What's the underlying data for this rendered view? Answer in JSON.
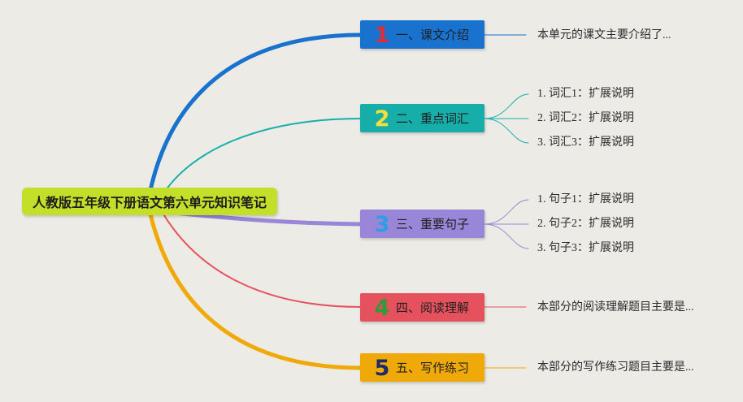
{
  "root": {
    "title": "人教版五年级下册语文第六单元知识笔记",
    "color": "#c4df2a"
  },
  "branches": [
    {
      "number": "1",
      "label": "一、课文介绍",
      "box_color": "#1a72cf",
      "num_color": "#e32b35",
      "line_color": "#1a72cf",
      "children": [
        "本单元的课文主要介绍了..."
      ]
    },
    {
      "number": "2",
      "label": "二、重点词汇",
      "box_color": "#17aeaa",
      "num_color": "#f4e038",
      "line_color": "#17aeaa",
      "children": [
        "1. 词汇1：扩展说明",
        "2. 词汇2：扩展说明",
        "3. 词汇3：扩展说明"
      ]
    },
    {
      "number": "3",
      "label": "三、重要句子",
      "box_color": "#9a86d8",
      "num_color": "#2e9ee4",
      "line_color": "#9a86d8",
      "children": [
        "1. 句子1：扩展说明",
        "2. 句子2：扩展说明",
        "3. 句子3：扩展说明"
      ]
    },
    {
      "number": "4",
      "label": "四、阅读理解",
      "box_color": "#e5525e",
      "num_color": "#2f9a38",
      "line_color": "#e5525e",
      "children": [
        "本部分的阅读理解题目主要是..."
      ]
    },
    {
      "number": "5",
      "label": "五、写作练习",
      "box_color": "#efaa0a",
      "num_color": "#1e2b6a",
      "line_color": "#efaa0a",
      "children": [
        "本部分的写作练习题目主要是..."
      ]
    }
  ]
}
